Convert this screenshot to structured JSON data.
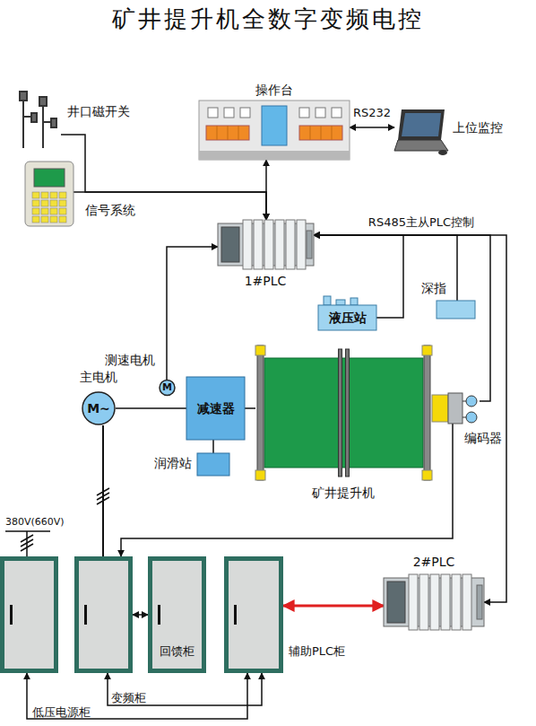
{
  "diagram": {
    "title": "矿井提升机全数字变频电控",
    "nodes": [
      {
        "text": [
          "井口磁开关"
        ]
      },
      {
        "text": [
          "信号系统"
        ]
      },
      {
        "text": [
          "操作台"
        ]
      },
      {
        "text": [
          "上位监控"
        ]
      },
      {
        "text": [
          "1#PLC"
        ]
      },
      {
        "text": [
          "液压站"
        ]
      },
      {
        "text": [
          "深指"
        ]
      },
      {
        "text": [
          "测速电机",
          "M"
        ]
      },
      {
        "text": [
          "主电机",
          "M~"
        ]
      },
      {
        "text": [
          "减速器"
        ]
      },
      {
        "text": [
          "润滑站"
        ]
      },
      {
        "text": [
          "矿井提升机"
        ]
      },
      {
        "text": [
          "编码器"
        ]
      },
      {
        "text": [
          "低压电源柜"
        ]
      },
      {
        "text": [
          "变频柜"
        ]
      },
      {
        "text": [
          "回馈柜"
        ]
      },
      {
        "text": [
          "辅助PLC柜"
        ]
      },
      {
        "text": [
          "2#PLC"
        ]
      }
    ],
    "edges": [
      {
        "from": 0,
        "to": 4,
        "arrow": "to"
      },
      {
        "from": 1,
        "to": 4,
        "arrow": "to"
      },
      {
        "from": 2,
        "to": 4,
        "arrow": "both"
      },
      {
        "from": 2,
        "to": 3,
        "label": "RS232",
        "arrow": "both"
      },
      {
        "from": 7,
        "to": 4,
        "arrow": "to"
      },
      {
        "from": 5,
        "to": 4,
        "arrow": "to"
      },
      {
        "from": 6,
        "to": 4,
        "arrow": "to"
      },
      {
        "from": 12,
        "to": 4,
        "arrow": "to"
      },
      {
        "from": 17,
        "to": 4,
        "label": "RS485主从PLC控制",
        "arrow": "both"
      },
      {
        "from": 8,
        "to": 9,
        "arrow": "none"
      },
      {
        "from": 9,
        "to": 11,
        "arrow": "none"
      },
      {
        "from": 10,
        "to": 9,
        "arrow": "none"
      },
      {
        "from": 8,
        "to": 14,
        "arrow": "none"
      },
      {
        "from": 12,
        "to": 14,
        "arrow": "to"
      },
      {
        "from": 14,
        "to": 15,
        "arrow": "both"
      },
      {
        "from": 16,
        "to": 17,
        "arrow": "both"
      },
      {
        "from": 16,
        "to": 13,
        "arrow": "both"
      },
      {
        "from": 16,
        "to": 14,
        "arrow": "both"
      }
    ],
    "labels": [
      "380V(660V)"
    ]
  }
}
